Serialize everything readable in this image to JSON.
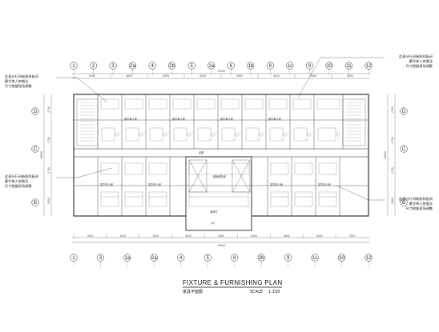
{
  "plan": {
    "title": "FIXTURE & FURNISHING PLAN",
    "subtitle": "家具平面图",
    "scale_label": "SCALE",
    "scale_value": "1:150"
  },
  "top_axis": [
    "1",
    "2",
    "3",
    "2a",
    "4",
    "2b",
    "5",
    "1a",
    "6",
    "1b",
    "8",
    "1c",
    "9",
    "10",
    "11",
    "12"
  ],
  "bottom_axis": [
    "1",
    "3",
    "1a",
    "2a",
    "4",
    "5",
    "8",
    "2b",
    "9",
    "1c",
    "10",
    "12"
  ],
  "left_axis": [
    "D",
    "C",
    "B"
  ],
  "right_axis": [
    "D",
    "C",
    "B"
  ],
  "top_dims_row1": [
    "5400",
    "3600",
    "4500",
    "4500",
    "4500",
    "4500",
    "4500",
    "5400"
  ],
  "top_total": "70000",
  "bottom_dims_row1": [
    "7800",
    "3400",
    "3400",
    "3600",
    "3400",
    "3400",
    "3600",
    "3400",
    "7800"
  ],
  "bottom_total": "70000",
  "left_dims": [
    "2700",
    "4700",
    "4700",
    "3000"
  ],
  "left_total": "15000",
  "right_dims": [
    "2700",
    "4700",
    "4700",
    "3000"
  ],
  "right_total": "15000",
  "notes": {
    "top_right": [
      "此表分行间新照样板间",
      "豪华单人房做法",
      "尺寸根据现场调整"
    ],
    "top_left": [
      "此表分行间新照样板间",
      "豪华单人房做法",
      "尺寸根据现场调整"
    ],
    "bottom_left": [
      "此表分行间新照样板间",
      "豪华单人房做法",
      "尺寸根据现场调整"
    ],
    "bottom_right": [
      "此表分行间新照样板间",
      "豪华单人房做法",
      "尺寸根据现场调整"
    ]
  },
  "room_tags": {
    "lift_lobby": "电梯厅",
    "corridor": "走廊",
    "service": "客房服务间",
    "entrance": "入口",
    "room_label": "豪华单人房"
  }
}
